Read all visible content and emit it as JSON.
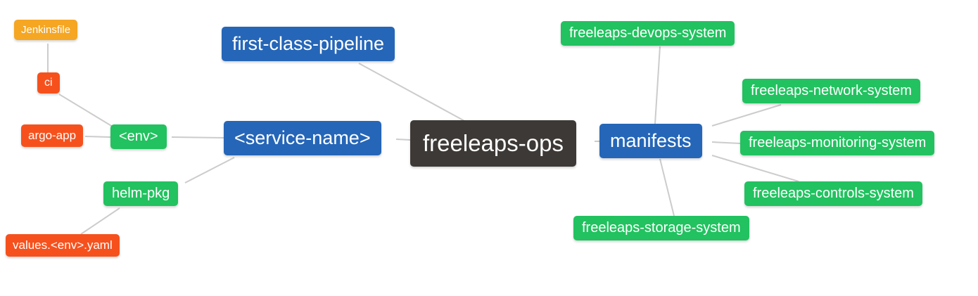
{
  "diagram": {
    "type": "mindmap",
    "colors": {
      "root_bg": "#3d3936",
      "branch_blue": "#2566b8",
      "leaf_green": "#21c25f",
      "leaf_red": "#f6511d",
      "leaf_orange": "#f5a623",
      "edge_gray": "#cccccc",
      "text": "#ffffff",
      "canvas_bg": "#ffffff"
    },
    "nodes": {
      "root": {
        "label": "freeleaps-ops"
      },
      "first_class_pipeline": {
        "label": "first-class-pipeline"
      },
      "service_name": {
        "label": "<service-name>"
      },
      "manifests": {
        "label": "manifests"
      },
      "env": {
        "label": "<env>"
      },
      "helm_pkg": {
        "label": "helm-pkg"
      },
      "ci": {
        "label": "ci"
      },
      "argo_app": {
        "label": "argo-app"
      },
      "jenkinsfile": {
        "label": "Jenkinsfile"
      },
      "values_yaml": {
        "label": "values.<env>.yaml"
      },
      "devops_system": {
        "label": "freeleaps-devops-system"
      },
      "network_system": {
        "label": "freeleaps-network-system"
      },
      "monitoring_system": {
        "label": "freeleaps-monitoring-system"
      },
      "controls_system": {
        "label": "freeleaps-controls-system"
      },
      "storage_system": {
        "label": "freeleaps-storage-system"
      }
    },
    "edges": [
      {
        "from": "Jenkinsfile",
        "to": "ci"
      },
      {
        "from": "ci",
        "to": "<env>"
      },
      {
        "from": "argo-app",
        "to": "<env>"
      },
      {
        "from": "<env>",
        "to": "<service-name>"
      },
      {
        "from": "helm-pkg",
        "to": "<service-name>"
      },
      {
        "from": "values.<env>.yaml",
        "to": "helm-pkg"
      },
      {
        "from": "first-class-pipeline",
        "to": "freeleaps-ops"
      },
      {
        "from": "<service-name>",
        "to": "freeleaps-ops"
      },
      {
        "from": "freeleaps-ops",
        "to": "manifests"
      },
      {
        "from": "manifests",
        "to": "freeleaps-devops-system"
      },
      {
        "from": "manifests",
        "to": "freeleaps-network-system"
      },
      {
        "from": "manifests",
        "to": "freeleaps-monitoring-system"
      },
      {
        "from": "manifests",
        "to": "freeleaps-controls-system"
      },
      {
        "from": "manifests",
        "to": "freeleaps-storage-system"
      }
    ]
  }
}
